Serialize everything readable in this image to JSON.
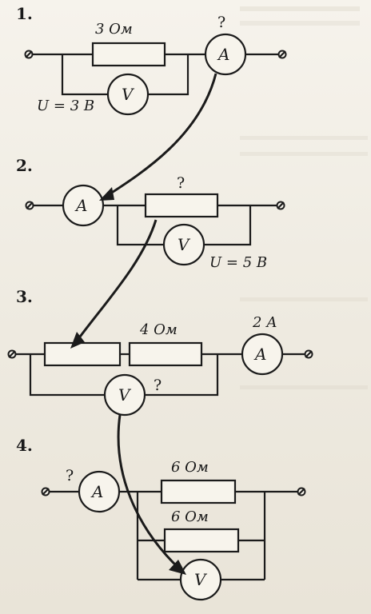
{
  "circuits": [
    {
      "number": "1.",
      "resistor": "3 Ом",
      "ammeter_value": "?",
      "voltage": "U = 3 В",
      "ammeter": "A",
      "voltmeter": "V"
    },
    {
      "number": "2.",
      "resistor": "?",
      "voltage": "U = 5 В",
      "ammeter": "A",
      "voltmeter": "V"
    },
    {
      "number": "3.",
      "resistor": "4 Ом",
      "current": "2 А",
      "voltmeter_value": "?",
      "ammeter": "A",
      "voltmeter": "V"
    },
    {
      "number": "4.",
      "ammeter_value": "?",
      "resistor_top": "6 Ом",
      "resistor_bottom": "6 Ом",
      "ammeter": "A",
      "voltmeter": "V"
    }
  ]
}
